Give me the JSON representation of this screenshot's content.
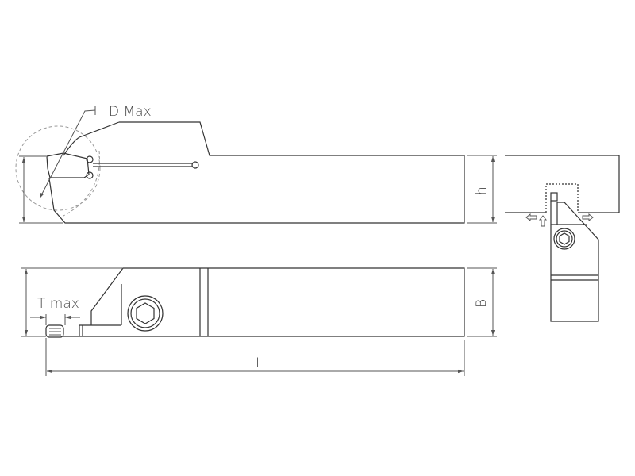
{
  "labels": {
    "d_max": "D Max",
    "h": "h",
    "t_max": "T max",
    "b": "B",
    "l": "L"
  }
}
